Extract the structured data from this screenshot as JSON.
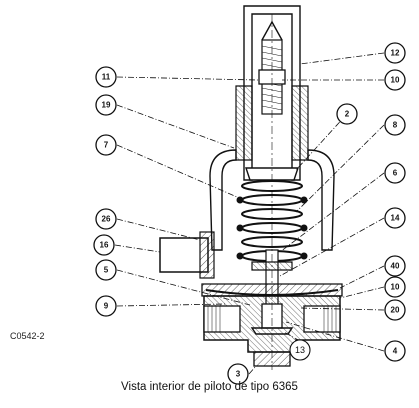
{
  "diagram": {
    "caption": "Vista interior de piloto de tipo 6365",
    "drawing_code": "C0542-2",
    "callouts": [
      {
        "id": "c11",
        "label": "11"
      },
      {
        "id": "c19",
        "label": "19"
      },
      {
        "id": "c7",
        "label": "7"
      },
      {
        "id": "c26",
        "label": "26"
      },
      {
        "id": "c16",
        "label": "16"
      },
      {
        "id": "c5",
        "label": "5"
      },
      {
        "id": "c9",
        "label": "9"
      },
      {
        "id": "c3",
        "label": "3"
      },
      {
        "id": "c12",
        "label": "12"
      },
      {
        "id": "c10a",
        "label": "10"
      },
      {
        "id": "c2",
        "label": "2"
      },
      {
        "id": "c8",
        "label": "8"
      },
      {
        "id": "c6",
        "label": "6"
      },
      {
        "id": "c14",
        "label": "14"
      },
      {
        "id": "c40",
        "label": "40"
      },
      {
        "id": "c10b",
        "label": "10"
      },
      {
        "id": "c20",
        "label": "20"
      },
      {
        "id": "c4",
        "label": "4"
      },
      {
        "id": "c13",
        "label": "13"
      }
    ]
  }
}
